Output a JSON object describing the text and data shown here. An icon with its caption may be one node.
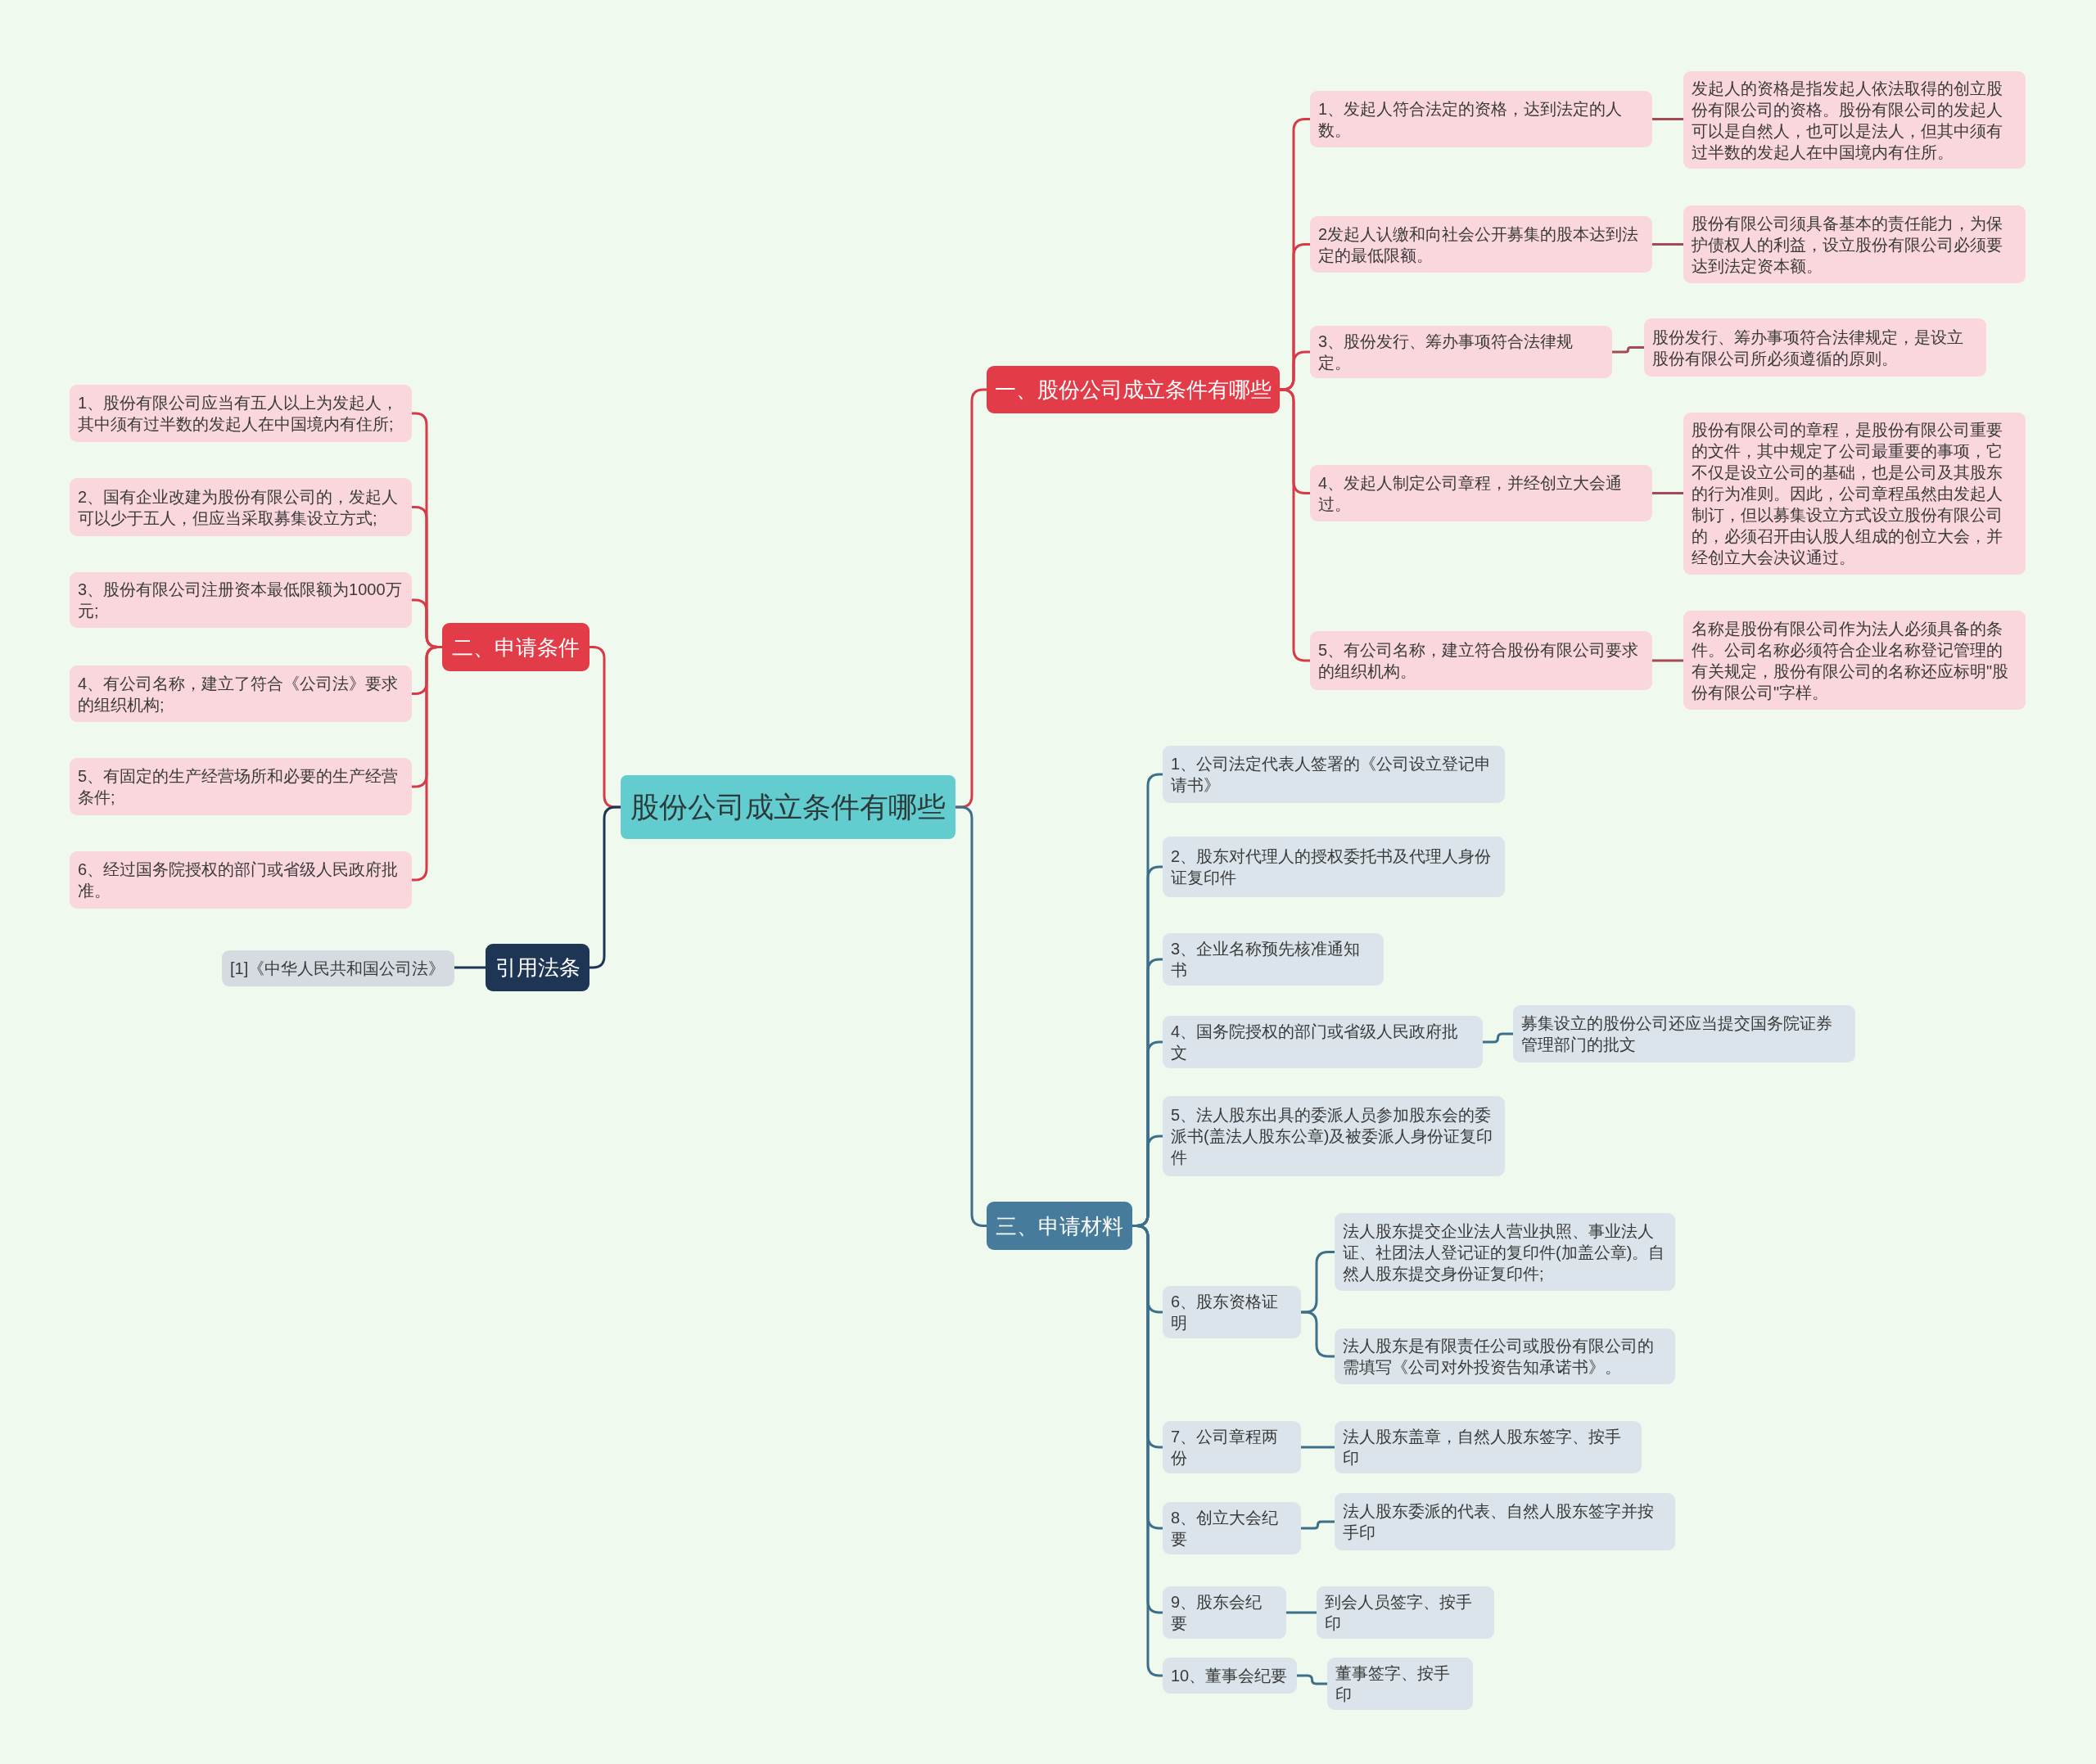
{
  "diagram": {
    "nodes": [
      {
        "text": [
          "股份公司成立条件有哪些"
        ]
      },
      {
        "text": [
          "一、股份公司成立条件有哪些"
        ]
      },
      {
        "text": [
          "1、发起人符合法定的资格，达到法定的人数。"
        ]
      },
      {
        "text": [
          "发起人的资格是指发起人依法取得的创立股份有限公司的资格。股份有限公司的发起人可以是自然人，也可以是法人，但其中须有过半数的发起人在中国境内有住所。"
        ]
      },
      {
        "text": [
          "2发起人认缴和向社会公开募集的股本达到法定的最低限额。"
        ]
      },
      {
        "text": [
          "股份有限公司须具备基本的责任能力，为保护债权人的利益，设立股份有限公司必须要达到法定资本额。"
        ]
      },
      {
        "text": [
          "3、股份发行、筹办事项符合法律规定。"
        ]
      },
      {
        "text": [
          "股份发行、筹办事项符合法律规定，是设立股份有限公司所必须遵循的原则。"
        ]
      },
      {
        "text": [
          "4、发起人制定公司章程，并经创立大会通过。"
        ]
      },
      {
        "text": [
          "股份有限公司的章程，是股份有限公司重要的文件，其中规定了公司最重要的事项，它不仅是设立公司的基础，也是公司及其股东的行为准则。因此，公司章程虽然由发起人制订，但以募集设立方式设立股份有限公司的，必须召开由认股人组成的创立大会，并经创立大会决议通过。"
        ]
      },
      {
        "text": [
          "5、有公司名称，建立符合股份有限公司要求的组织机构。"
        ]
      },
      {
        "text": [
          "名称是股份有限公司作为法人必须具备的条件。公司名称必须符合企业名称登记管理的有关规定，股份有限公司的名称还应标明\"股份有限公司\"字样。"
        ]
      },
      {
        "text": [
          "二、申请条件"
        ]
      },
      {
        "text": [
          "1、股份有限公司应当有五人以上为发起人，其中须有过半数的发起人在中国境内有住所;"
        ]
      },
      {
        "text": [
          "2、国有企业改建为股份有限公司的，发起人可以少于五人，但应当采取募集设立方式;"
        ]
      },
      {
        "text": [
          "3、股份有限公司注册资本最低限额为1000万元;"
        ]
      },
      {
        "text": [
          "4、有公司名称，建立了符合《公司法》要求的组织机构;"
        ]
      },
      {
        "text": [
          "5、有固定的生产经营场所和必要的生产经营条件;"
        ]
      },
      {
        "text": [
          "6、经过国务院授权的部门或省级人民政府批准。"
        ]
      },
      {
        "text": [
          "引用法条"
        ]
      },
      {
        "text": [
          "[1]《中华人民共和国公司法》"
        ]
      },
      {
        "text": [
          "三、申请材料"
        ]
      },
      {
        "text": [
          "1、公司法定代表人签署的《公司设立登记申请书》"
        ]
      },
      {
        "text": [
          "2、股东对代理人的授权委托书及代理人身份证复印件"
        ]
      },
      {
        "text": [
          "3、企业名称预先核准通知书"
        ]
      },
      {
        "text": [
          "4、国务院授权的部门或省级人民政府批文"
        ]
      },
      {
        "text": [
          "募集设立的股份公司还应当提交国务院证券管理部门的批文"
        ]
      },
      {
        "text": [
          "5、法人股东出具的委派人员参加股东会的委派书(盖法人股东公章)及被委派人身份证复印件"
        ]
      },
      {
        "text": [
          "6、股东资格证明"
        ]
      },
      {
        "text": [
          "法人股东提交企业法人营业执照、事业法人证、社团法人登记证的复印件(加盖公章)。自然人股东提交身份证复印件;"
        ]
      },
      {
        "text": [
          "法人股东是有限责任公司或股份有限公司的需填写《公司对外投资告知承诺书》。"
        ]
      },
      {
        "text": [
          "7、公司章程两份"
        ]
      },
      {
        "text": [
          "法人股东盖章，自然人股东签字、按手印"
        ]
      },
      {
        "text": [
          "8、创立大会纪要"
        ]
      },
      {
        "text": [
          "法人股东委派的代表、自然人股东签字并按手印"
        ]
      },
      {
        "text": [
          "9、股东会纪要"
        ]
      },
      {
        "text": [
          "到会人员签字、按手印"
        ]
      },
      {
        "text": [
          "10、董事会纪要"
        ]
      },
      {
        "text": [
          "董事签字、按手印"
        ]
      }
    ],
    "edges": [
      {
        "from": 0,
        "to": 1,
        "arrow": "none",
        "color": "#d83a47"
      },
      {
        "from": 1,
        "to": 2,
        "arrow": "none",
        "color": "#d83a47"
      },
      {
        "from": 2,
        "to": 3,
        "arrow": "none",
        "color": "#a54a55"
      },
      {
        "from": 1,
        "to": 4,
        "arrow": "none",
        "color": "#d83a47"
      },
      {
        "from": 4,
        "to": 5,
        "arrow": "none",
        "color": "#a54a55"
      },
      {
        "from": 1,
        "to": 6,
        "arrow": "none",
        "color": "#d83a47"
      },
      {
        "from": 6,
        "to": 7,
        "arrow": "none",
        "color": "#a54a55"
      },
      {
        "from": 1,
        "to": 8,
        "arrow": "none",
        "color": "#d83a47"
      },
      {
        "from": 8,
        "to": 9,
        "arrow": "none",
        "color": "#a54a55"
      },
      {
        "from": 1,
        "to": 10,
        "arrow": "none",
        "color": "#d83a47"
      },
      {
        "from": 10,
        "to": 11,
        "arrow": "none",
        "color": "#a54a55"
      },
      {
        "from": 0,
        "to": 12,
        "arrow": "none",
        "color": "#d83a47"
      },
      {
        "from": 12,
        "to": 13,
        "arrow": "none",
        "color": "#d83a47"
      },
      {
        "from": 12,
        "to": 14,
        "arrow": "none",
        "color": "#d83a47"
      },
      {
        "from": 12,
        "to": 15,
        "arrow": "none",
        "color": "#d83a47"
      },
      {
        "from": 12,
        "to": 16,
        "arrow": "none",
        "color": "#d83a47"
      },
      {
        "from": 12,
        "to": 17,
        "arrow": "none",
        "color": "#d83a47"
      },
      {
        "from": 12,
        "to": 18,
        "arrow": "none",
        "color": "#d83a47"
      },
      {
        "from": 0,
        "to": 19,
        "arrow": "none",
        "color": "#1e3556"
      },
      {
        "from": 19,
        "to": 20,
        "arrow": "none",
        "color": "#1e3556"
      },
      {
        "from": 0,
        "to": 21,
        "arrow": "none",
        "color": "#3d6e8a"
      },
      {
        "from": 21,
        "to": 22,
        "arrow": "none",
        "color": "#3d6e8a"
      },
      {
        "from": 21,
        "to": 23,
        "arrow": "none",
        "color": "#3d6e8a"
      },
      {
        "from": 21,
        "to": 24,
        "arrow": "none",
        "color": "#3d6e8a"
      },
      {
        "from": 21,
        "to": 25,
        "arrow": "none",
        "color": "#3d6e8a"
      },
      {
        "from": 25,
        "to": 26,
        "arrow": "none",
        "color": "#3d6e8a"
      },
      {
        "from": 21,
        "to": 27,
        "arrow": "none",
        "color": "#3d6e8a"
      },
      {
        "from": 21,
        "to": 28,
        "arrow": "none",
        "color": "#3d6e8a"
      },
      {
        "from": 28,
        "to": 29,
        "arrow": "none",
        "color": "#3d6e8a"
      },
      {
        "from": 28,
        "to": 30,
        "arrow": "none",
        "color": "#3d6e8a"
      },
      {
        "from": 21,
        "to": 31,
        "arrow": "none",
        "color": "#3d6e8a"
      },
      {
        "from": 31,
        "to": 32,
        "arrow": "none",
        "color": "#3d6e8a"
      },
      {
        "from": 21,
        "to": 33,
        "arrow": "none",
        "color": "#3d6e8a"
      },
      {
        "from": 33,
        "to": 34,
        "arrow": "none",
        "color": "#3d6e8a"
      },
      {
        "from": 21,
        "to": 35,
        "arrow": "none",
        "color": "#3d6e8a"
      },
      {
        "from": 35,
        "to": 36,
        "arrow": "none",
        "color": "#3d6e8a"
      },
      {
        "from": 21,
        "to": 37,
        "arrow": "none",
        "color": "#3d6e8a"
      },
      {
        "from": 37,
        "to": 38,
        "arrow": "none",
        "color": "#3d6e8a"
      }
    ]
  }
}
